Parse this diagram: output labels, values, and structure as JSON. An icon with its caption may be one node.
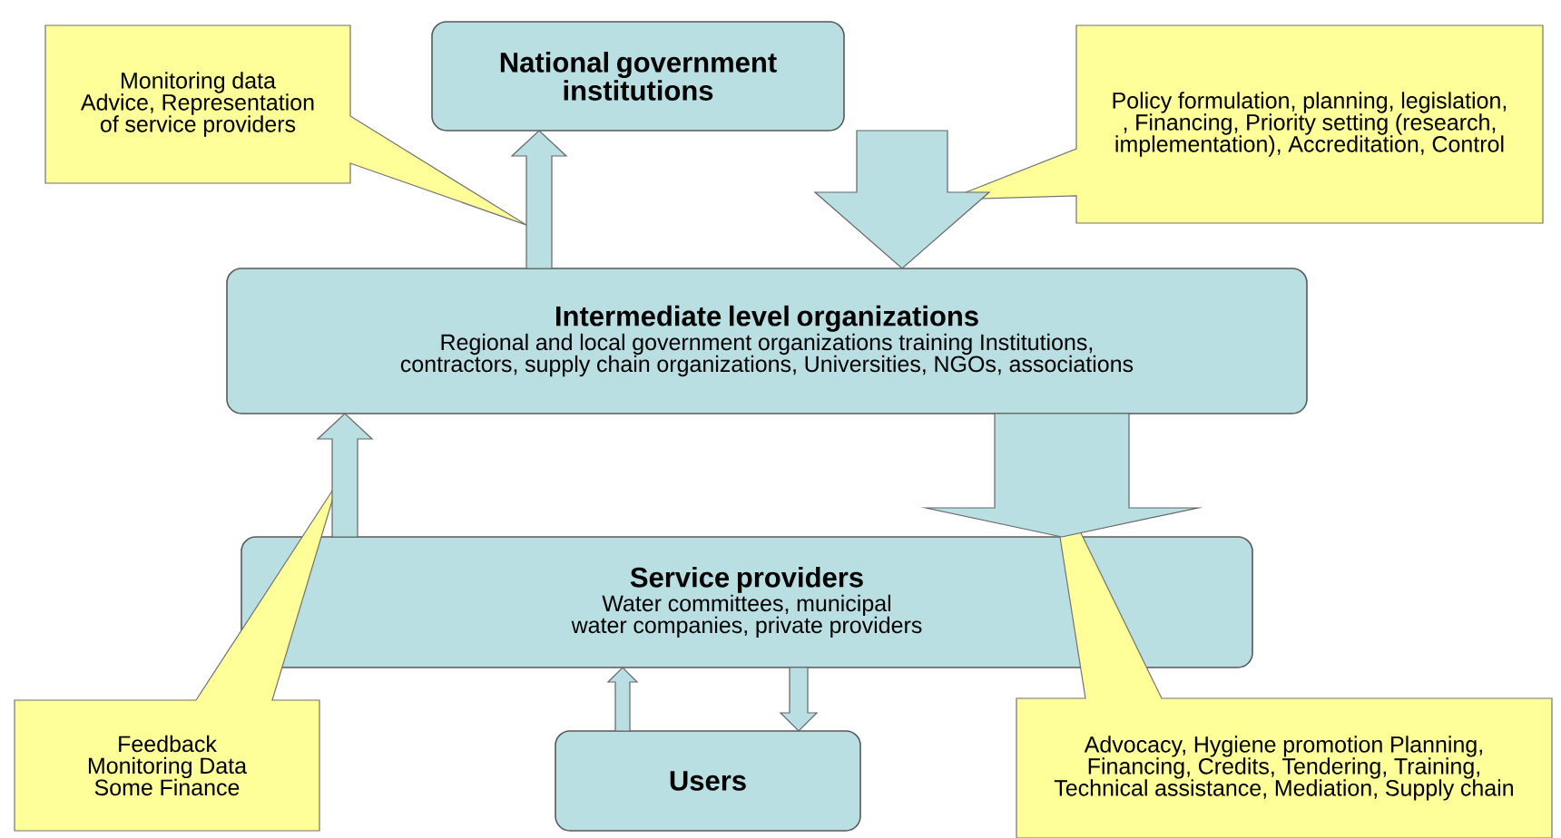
{
  "diagram": {
    "nodes": [
      {
        "text": [
          "National government institutions"
        ]
      },
      {
        "text": [
          "Intermediate level organizations",
          "Regional and local government organizations training Institutions, contractors, supply chain organizations, Universities, NGOs, associations"
        ]
      },
      {
        "text": [
          "Service providers",
          "Water committees, municipal water companies, private providers"
        ]
      },
      {
        "text": [
          "Users"
        ]
      },
      {
        "text": [
          "Monitoring data",
          "Advice, Representation of service providers"
        ]
      },
      {
        "text": [
          "Policy formulation, planning, legislation,",
          ", Financing, Priority setting (research, implementation), Accreditation, Control"
        ]
      },
      {
        "text": [
          "Feedback",
          "Monitoring Data",
          "Some Finance"
        ]
      },
      {
        "text": [
          "Advocacy, Hygiene promotion Planning, Financing, Credits, Tendering, Training, Technical assistance, Mediation, Supply chain"
        ]
      }
    ],
    "edges": [
      {
        "from": 1,
        "to": 0,
        "arrow": "to"
      },
      {
        "from": 0,
        "to": 1,
        "arrow": "to"
      },
      {
        "from": 2,
        "to": 1,
        "arrow": "to"
      },
      {
        "from": 1,
        "to": 2,
        "arrow": "to"
      },
      {
        "from": 3,
        "to": 2,
        "arrow": "to"
      },
      {
        "from": 2,
        "to": 3,
        "arrow": "to"
      }
    ]
  }
}
